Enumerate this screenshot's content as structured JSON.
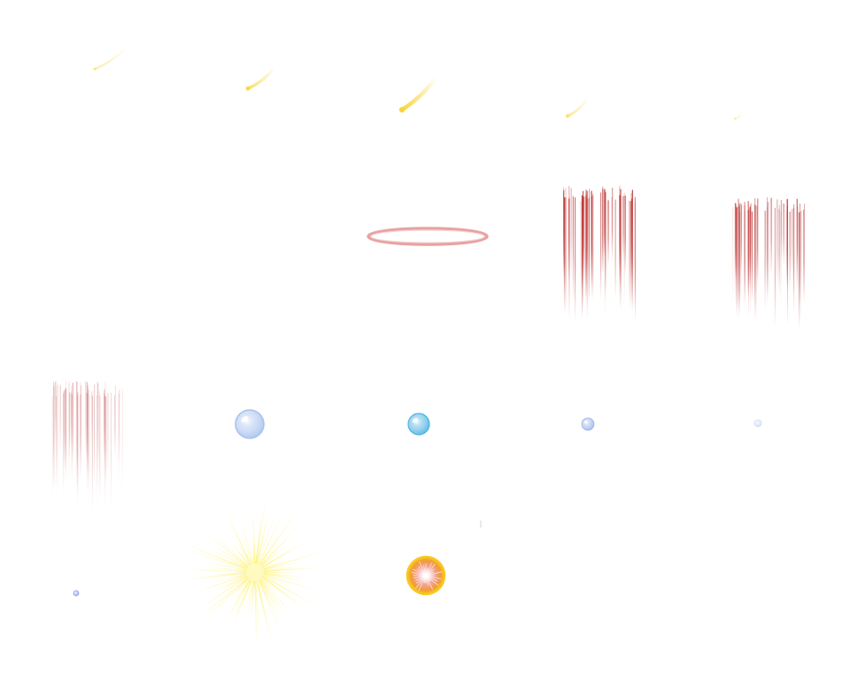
{
  "sprite_sheet": {
    "background": "#ffffff",
    "columns": 5,
    "rows": 4,
    "frames": [
      {
        "name": "comet-streak-frame-1",
        "kind": "streak",
        "color": "#f7d53a",
        "intensity": 0.45
      },
      {
        "name": "comet-streak-frame-2",
        "kind": "streak",
        "color": "#f7d53a",
        "intensity": 0.75
      },
      {
        "name": "comet-streak-frame-3",
        "kind": "streak",
        "color": "#f7d53a",
        "intensity": 1.0
      },
      {
        "name": "comet-streak-frame-4",
        "kind": "streak",
        "color": "#f7d53a",
        "intensity": 0.55
      },
      {
        "name": "comet-streak-frame-5",
        "kind": "streak",
        "color": "#f7d53a",
        "intensity": 0.3
      },
      {
        "name": "empty-frame",
        "kind": "empty"
      },
      {
        "name": "empty-frame",
        "kind": "empty"
      },
      {
        "name": "shockwave-ring-frame",
        "kind": "ring",
        "color": "#e8a2a2"
      },
      {
        "name": "red-slash-curtain-frame-1",
        "kind": "curtain",
        "color": "#b92a2a",
        "intensity": 1.0
      },
      {
        "name": "red-slash-curtain-frame-2",
        "kind": "curtain",
        "color": "#b92a2a",
        "intensity": 0.8
      },
      {
        "name": "red-slash-curtain-frame-3",
        "kind": "curtain",
        "color": "#c85a5a",
        "intensity": 0.45
      },
      {
        "name": "bubble-frame-1",
        "kind": "bubble",
        "color": "#a9c3ee",
        "size": 1.0
      },
      {
        "name": "bubble-frame-2",
        "kind": "bubble",
        "color": "#4fb3e3",
        "size": 0.75
      },
      {
        "name": "bubble-frame-3",
        "kind": "bubble",
        "color": "#9db6ea",
        "size": 0.45
      },
      {
        "name": "bubble-frame-4",
        "kind": "bubble",
        "color": "#d3dcf7",
        "size": 0.2
      },
      {
        "name": "bubble-frame-5",
        "kind": "bubble",
        "color": "#8ea6ec",
        "size": 0.17
      },
      {
        "name": "light-burst-frame",
        "kind": "burst",
        "color": "#fff27a"
      },
      {
        "name": "fireball-flash-frame",
        "kind": "flash",
        "color": "#f9c81b"
      },
      {
        "name": "empty-frame",
        "kind": "empty"
      },
      {
        "name": "empty-frame",
        "kind": "empty"
      }
    ]
  }
}
